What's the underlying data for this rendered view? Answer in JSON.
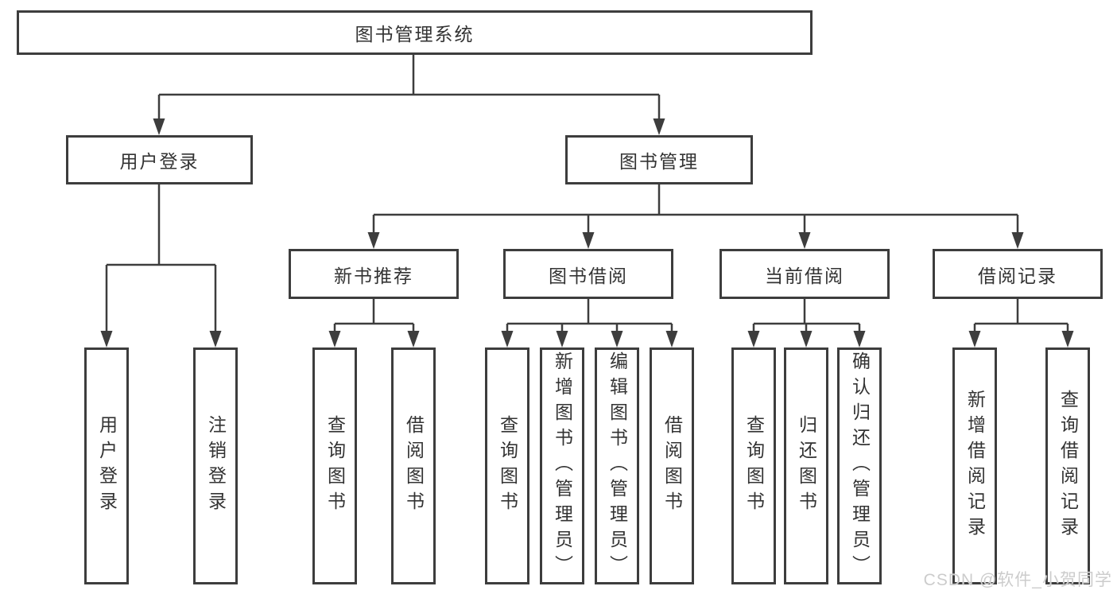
{
  "diagram": {
    "root": {
      "label": "图书管理系统",
      "children": [
        {
          "label": "用户登录",
          "children": [
            {
              "label": "用户登录"
            },
            {
              "label": "注销登录"
            }
          ]
        },
        {
          "label": "图书管理",
          "children": [
            {
              "label": "新书推荐",
              "children": [
                {
                  "label": "查询图书"
                },
                {
                  "label": "借阅图书"
                }
              ]
            },
            {
              "label": "图书借阅",
              "children": [
                {
                  "label": "查询图书"
                },
                {
                  "label": "新增图书（管理员）"
                },
                {
                  "label": "编辑图书（管理员）"
                },
                {
                  "label": "借阅图书"
                }
              ]
            },
            {
              "label": "当前借阅",
              "children": [
                {
                  "label": "查询图书"
                },
                {
                  "label": "归还图书"
                },
                {
                  "label": "确认归还（管理员）"
                }
              ]
            },
            {
              "label": "借阅记录",
              "children": [
                {
                  "label": "新增借阅记录"
                },
                {
                  "label": "查询借阅记录"
                }
              ]
            }
          ]
        }
      ]
    }
  },
  "watermark": "CSDN @软件_小贺同学",
  "colors": {
    "line": "#3d3d3d",
    "box_border": "#3d3d3d",
    "text": "#333333",
    "background": "#ffffff",
    "watermark": "#cccccc"
  }
}
